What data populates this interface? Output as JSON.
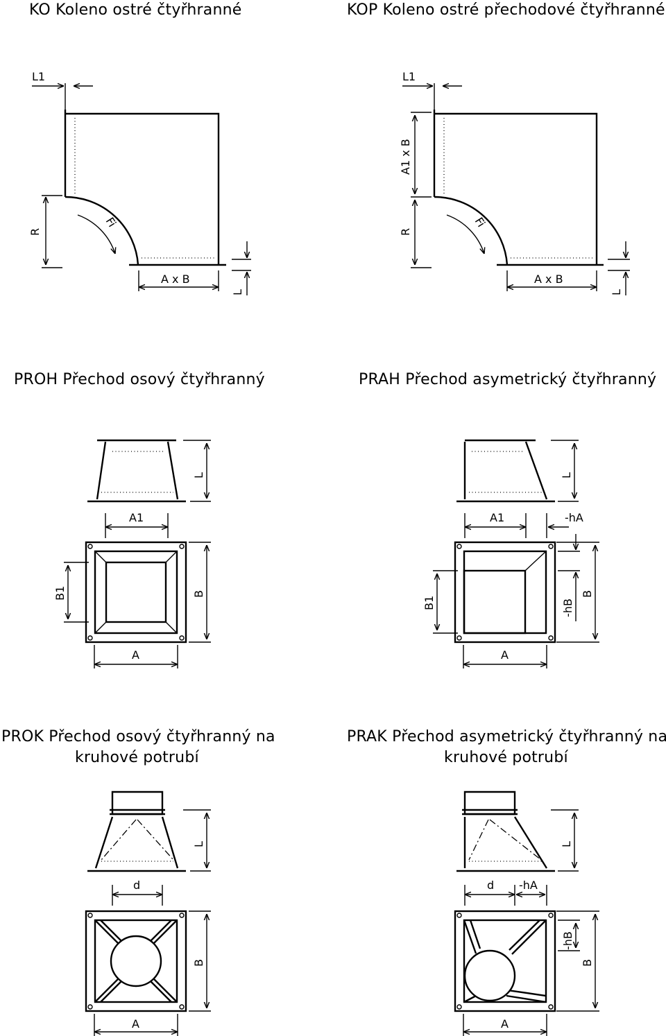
{
  "panels": [
    {
      "title": "KO Koleno ostré čtyřhranné"
    },
    {
      "title": "KOP Koleno ostré přechodové čtyřhranné"
    },
    {
      "title": "PROH Přechod osový čtyřhranný"
    },
    {
      "title": "PRAH Přechod asymetrický čtyřhranný"
    },
    {
      "title_line1": "PROK Přechod osový čtyřhranný na",
      "title_line2": "kruhové potrubí"
    },
    {
      "title_line1": "PRAK Přechod asymetrický čtyřhranný na",
      "title_line2": "kruhové potrubí"
    }
  ],
  "labels": {
    "L1": "L1",
    "R": "R",
    "Fi": "Fi",
    "AxB": "A x B",
    "A1xB": "A1 x B",
    "L": "L",
    "A1": "A1",
    "A": "A",
    "B": "B",
    "B1": "B1",
    "ha": "-hA",
    "hb": "-hB",
    "d": "d"
  }
}
